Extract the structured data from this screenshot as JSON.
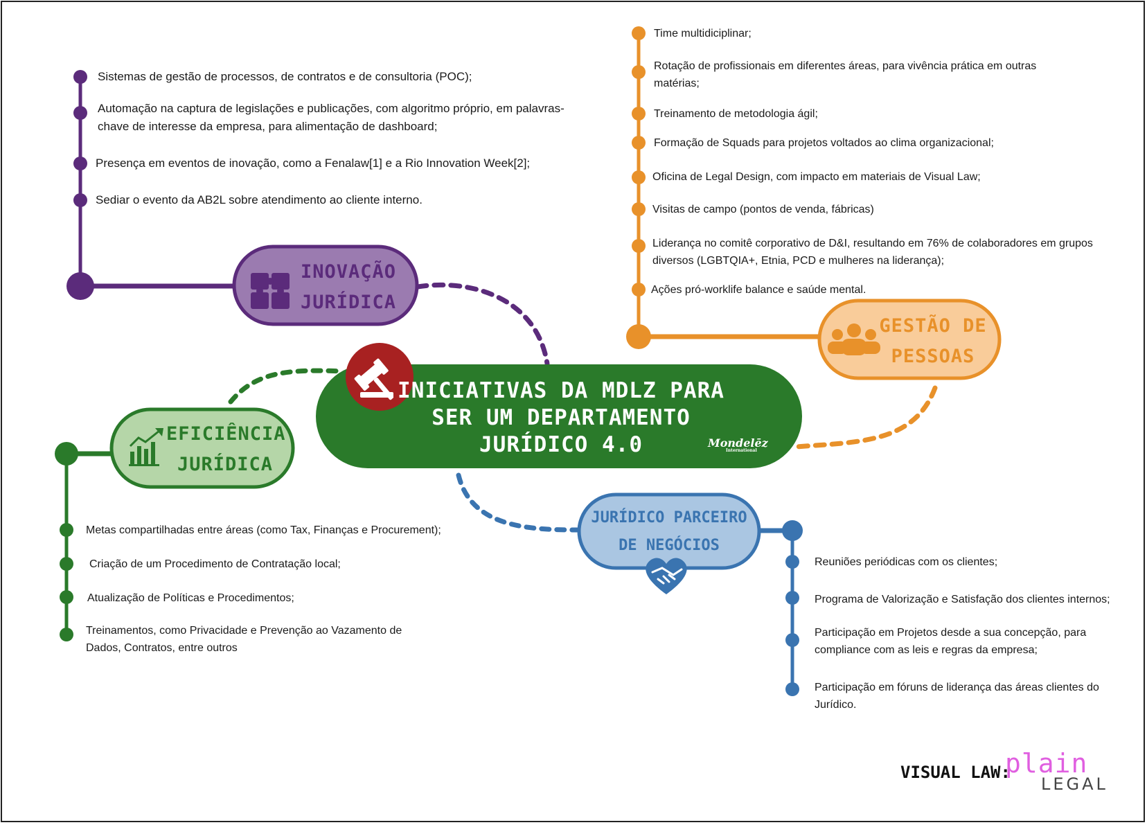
{
  "center": {
    "title_lines": [
      "INICIATIVAS DA MDLZ PARA",
      "SER UM DEPARTAMENTO",
      "JURÍDICO 4.0"
    ],
    "brand": "Mondelēz",
    "brand_sub": "International",
    "icon": "gavel-icon"
  },
  "inovacao": {
    "title_lines": [
      "INOVAÇÃO",
      "JURÍDICA"
    ],
    "icon": "puzzle-icon",
    "color": "#5b2b7b",
    "fill": "#9b7bb0",
    "items": [
      "Sistemas de gestão de processos, de contratos e de consultoria (POC);",
      "Automação na captura de legislações e publicações, com algoritmo próprio, em palavras-",
      "chave de interesse da empresa, para alimentação de dashboard;",
      "Presença em eventos de inovação, como a Fenalaw[1] e a Rio Innovation Week[2];",
      "Sediar o evento da AB2L sobre atendimento ao cliente interno."
    ]
  },
  "gestao": {
    "title_lines": [
      "GESTÃO DE",
      "PESSOAS"
    ],
    "icon": "people-icon",
    "color": "#e8912a",
    "fill": "#f9cc9a",
    "items": [
      "Time multidiciplinar;",
      "Rotação de profissionais em diferentes áreas, para vivência prática em outras",
      "matérias;",
      "Treinamento de metodologia ágil;",
      "Formação de Squads para projetos voltados ao clima organizacional;",
      "Oficina de Legal Design, com impacto em materiais de Visual Law;",
      "Visitas de campo (pontos de venda, fábricas)",
      "Liderança no comitê corporativo de D&I, resultando em 76% de colaboradores em grupos",
      "diversos (LGBTQIA+, Etnia, PCD e mulheres na liderança);",
      "Ações pró-worklife balance e saúde mental."
    ]
  },
  "eficiencia": {
    "title_lines": [
      "EFICIÊNCIA",
      "JURÍDICA"
    ],
    "icon": "growth-chart-icon",
    "color": "#2a7a2a",
    "fill": "#b5d6a8",
    "items": [
      "Metas compartilhadas entre áreas (como Tax, Finanças e Procurement);",
      "Criação de um Procedimento de Contratação local;",
      "Atualização de Políticas e Procedimentos;",
      "Treinamentos, como Privacidade e Prevenção ao Vazamento de",
      "Dados, Contratos, entre outros"
    ]
  },
  "parceiro": {
    "title_lines": [
      "JURÍDICO PARCEIRO",
      "DE NEGÓCIOS"
    ],
    "icon": "handshake-heart-icon",
    "color": "#3a74b0",
    "fill": "#aac6e2",
    "items": [
      "Reuniões periódicas com os clientes;",
      "Programa de Valorização e Satisfação dos clientes internos;",
      "Participação em Projetos desde a sua concepção, para",
      "compliance com as leis e regras da empresa;",
      "Participação em fóruns de liderança das áreas clientes do",
      "Jurídico."
    ]
  },
  "footer": {
    "label": "VISUAL LAW:",
    "logo_top": "plain",
    "logo_bottom": "LEGAL"
  }
}
